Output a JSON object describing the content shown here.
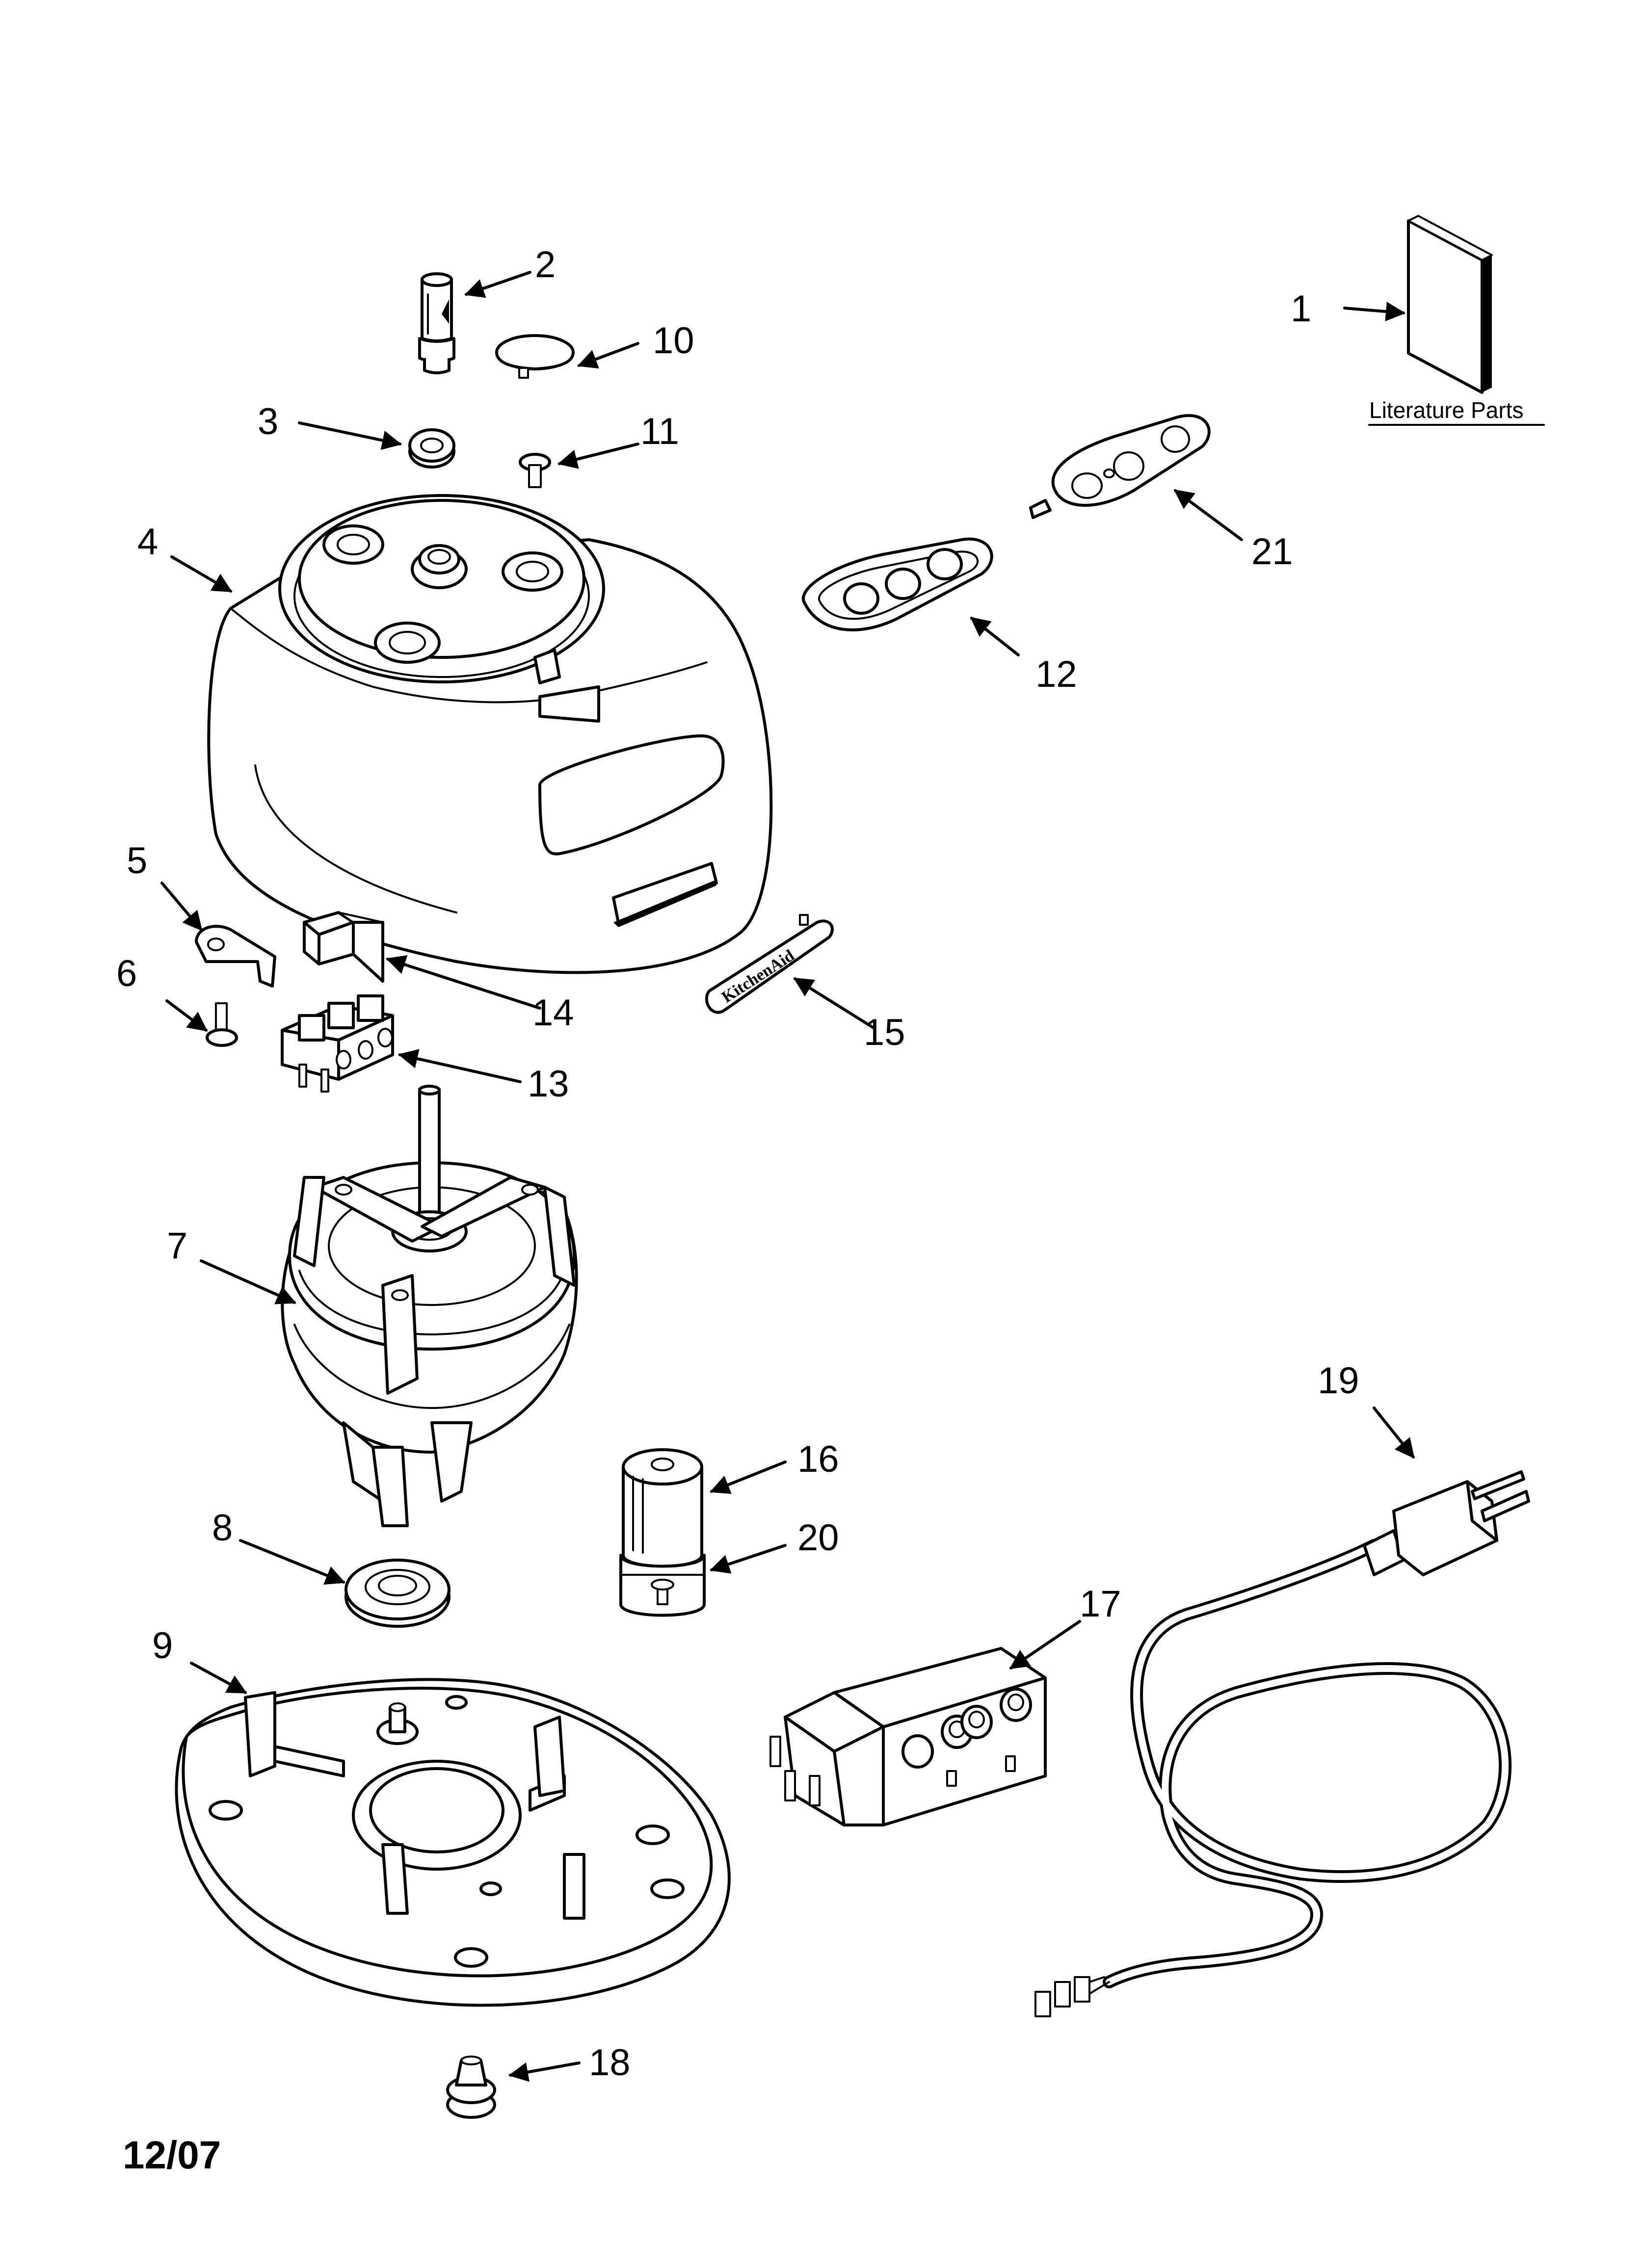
{
  "callouts": {
    "n1": "1",
    "n2": "2",
    "n3": "3",
    "n4": "4",
    "n5": "5",
    "n6": "6",
    "n7": "7",
    "n8": "8",
    "n9": "9",
    "n10": "10",
    "n11": "11",
    "n12": "12",
    "n13": "13",
    "n14": "14",
    "n15": "15",
    "n16": "16",
    "n17": "17",
    "n18": "18",
    "n19": "19",
    "n20": "20",
    "n21": "21"
  },
  "literature_label": "Literature Parts",
  "date_code": "12/07",
  "badge_text": "KitchenAid"
}
